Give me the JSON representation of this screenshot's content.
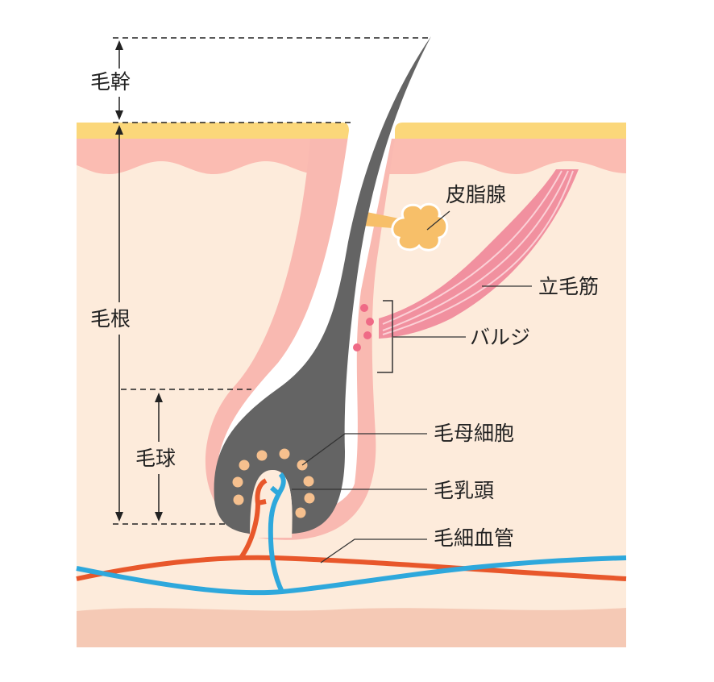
{
  "labels": {
    "hair_shaft": "毛幹",
    "hair_root": "毛根",
    "hair_bulb": "毛球",
    "sebaceous_gland": "皮脂腺",
    "arrector_pili": "立毛筋",
    "bulge": "バルジ",
    "matrix_cells": "毛母細胞",
    "dermal_papilla": "毛乳頭",
    "capillaries": "毛細血管"
  },
  "colors": {
    "stratum": "#fbd77a",
    "epidermis": "#fbbcb2",
    "dermis": "#fdebdb",
    "subcutis": "#f5c9b5",
    "sheath": "#f9b9b1",
    "hair": "#646464",
    "matrix_dots": "#f6c08e",
    "sebaceous": "#f7bf69",
    "muscle": "#f1909f",
    "bulge_dots": "#ef6a86",
    "artery": "#e8572b",
    "vein": "#2ea8dc"
  }
}
